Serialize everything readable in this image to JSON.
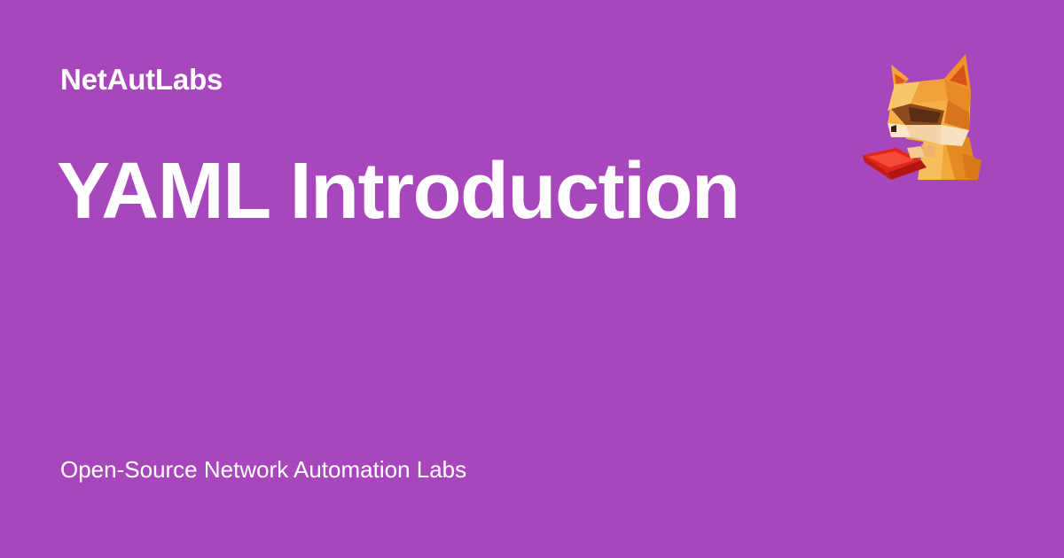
{
  "card": {
    "site_name": "NetAutLabs",
    "title": "YAML Introduction",
    "tagline": "Open-Source Network Automation Labs",
    "background_color": "#a846bb",
    "text_color": "#ffffff"
  },
  "mascot": {
    "icon": "lowpoly-fox-reading-book-icon"
  }
}
